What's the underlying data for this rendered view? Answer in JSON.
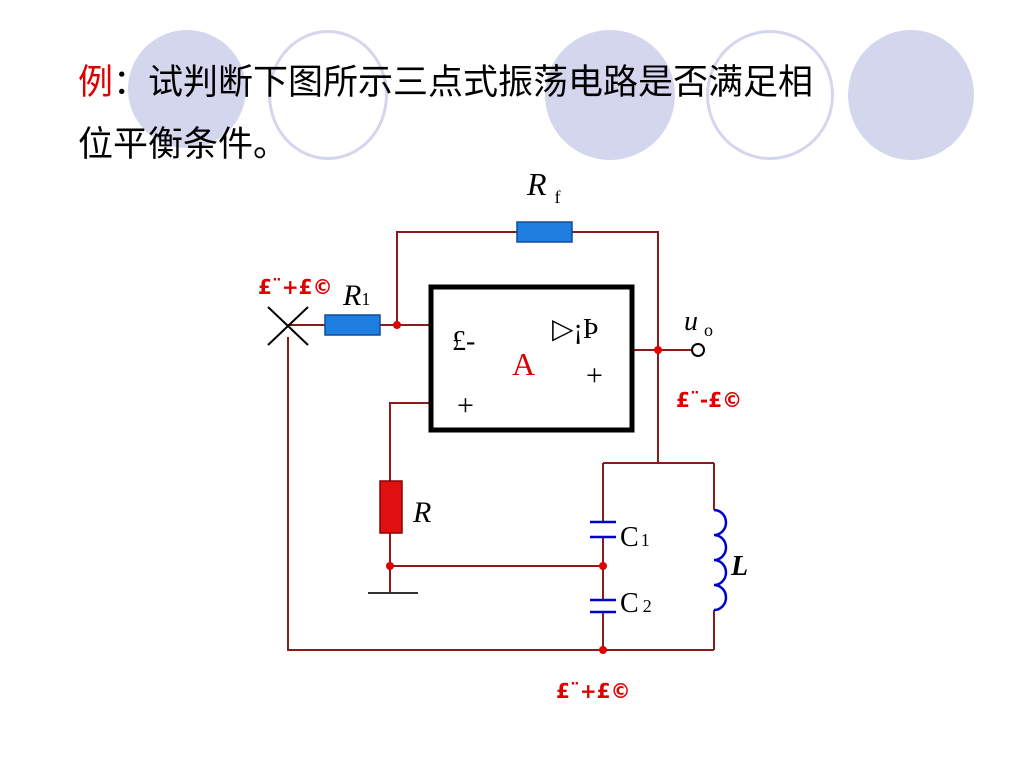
{
  "title": {
    "lead": "例",
    "colon": "：",
    "line1": "试判断下图所示三点式振荡电路是否满足相",
    "line2": "位平衡条件。"
  },
  "circuit": {
    "rf": {
      "main": "R",
      "sub": "f"
    },
    "r1": {
      "main": "R",
      "sub": "1"
    },
    "r": "R",
    "c1": {
      "main": "C",
      "sub": "1"
    },
    "c2": {
      "main": "C",
      "sub": "2"
    },
    "l": "L",
    "uo": {
      "main": "u",
      "sub": "o"
    },
    "opamp": {
      "label": "A",
      "minus": "£-",
      "plus_in": "+",
      "plus_out": "+",
      "symbol": "▷¡Þ"
    },
    "annot_left": "£¨+£©",
    "annot_right": "£¨-£©",
    "annot_bottom": "£¨+£©"
  },
  "colors": {
    "wire": "#8b1a1a",
    "resistor_blue": "#1e7fe0",
    "resistor_red": "#e01010",
    "capacitor": "#0000cc",
    "inductor": "#0000cc",
    "annotation": "#e00000",
    "deco": "#d4d6ee"
  }
}
